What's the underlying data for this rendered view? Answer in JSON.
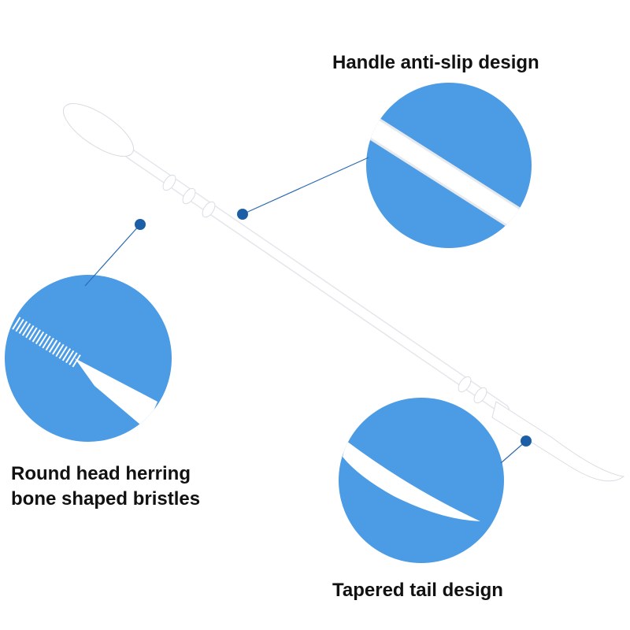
{
  "callouts": {
    "handle": "Handle anti-slip design",
    "head_line1": "Round head herring",
    "head_line2": "bone shaped bristles",
    "tail": "Tapered tail design"
  },
  "colors": {
    "circle": "#4b9be5",
    "dot": "#1d5fa6",
    "line": "#2c6cb0",
    "pick": "#ffffff"
  }
}
